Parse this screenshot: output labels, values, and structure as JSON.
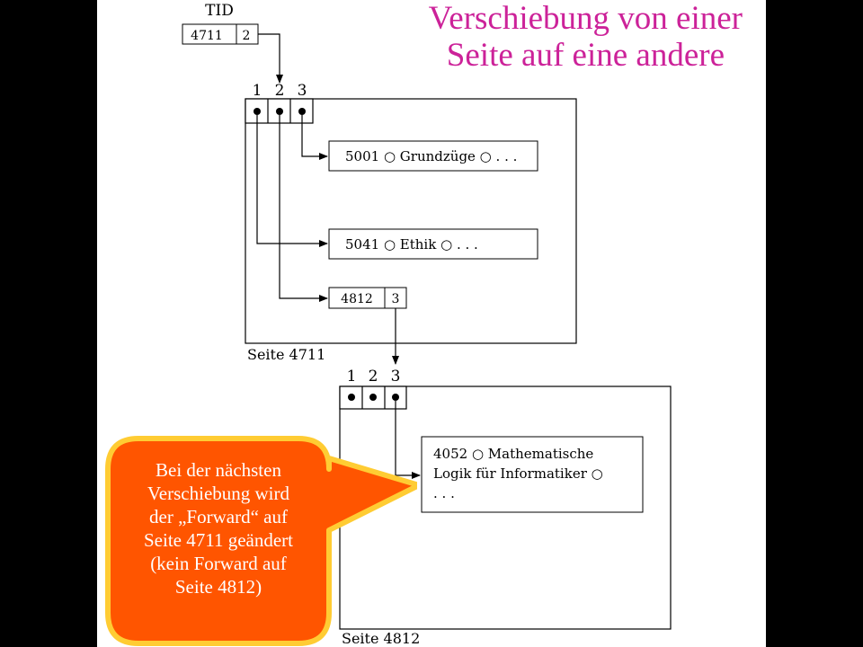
{
  "title": {
    "line1": "Verschiebung von einer",
    "line2": "Seite auf eine andere",
    "color": "#cc2299"
  },
  "tid": {
    "label": "TID",
    "page": "4711",
    "slot": "2"
  },
  "page_a": {
    "caption": "Seite 4711",
    "slot_numbers": [
      "1",
      "2",
      "3"
    ],
    "records": {
      "grundzuege": "5001 ○ Grundzüge ○ . . .",
      "ethik": "5041 ○ Ethik ○ . . ."
    },
    "forward": {
      "page": "4812",
      "slot": "3"
    }
  },
  "page_b": {
    "caption": "Seite 4812",
    "slot_numbers": [
      "1",
      "2",
      "3"
    ],
    "record_lines": [
      "4052 ○ Mathematische",
      "Logik für Informatiker ○",
      ". . ."
    ]
  },
  "callout": {
    "lines": [
      "Bei der nächsten",
      "Verschiebung wird",
      "der „Forward“ auf",
      "Seite 4711 geändert",
      "(kein Forward auf",
      "Seite 4812)"
    ],
    "fill_color": "#ff5500",
    "border_color": "#ffcc33"
  }
}
